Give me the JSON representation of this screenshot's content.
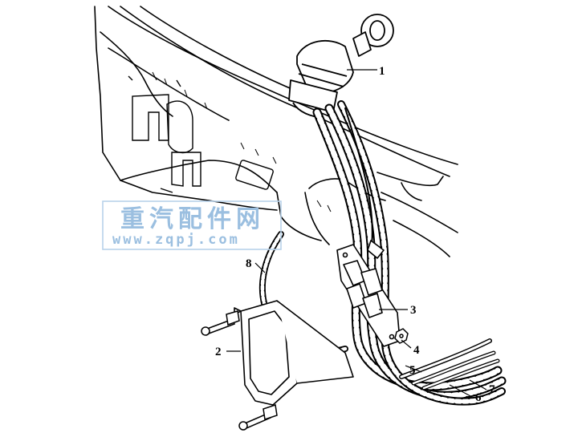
{
  "watermark": {
    "title": "重汽配件网",
    "url": "www.zqpj.com"
  },
  "part_labels": [
    "1",
    "2",
    "3",
    "4",
    "5",
    "6",
    "7",
    "8"
  ],
  "colors": {
    "line": "#000000",
    "watermark": "#9bbfe0"
  }
}
